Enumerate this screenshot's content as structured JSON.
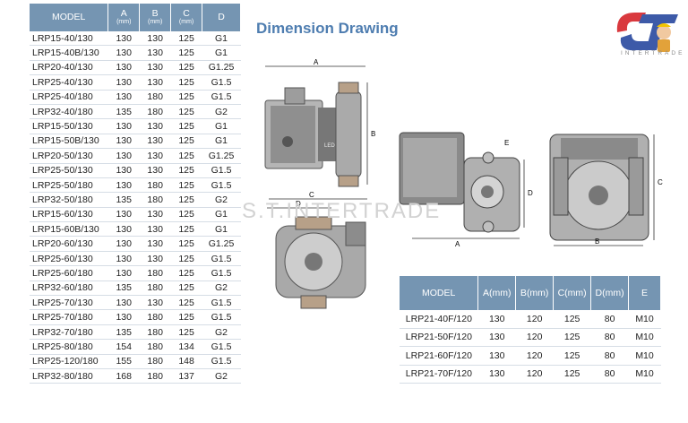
{
  "title": "Dimension Drawing",
  "watermark": "S.T.INTERTRADE",
  "logo": {
    "text": "INTERTRADE",
    "monogram": "S.T"
  },
  "table1": {
    "headers": [
      {
        "label": "MODEL",
        "unit": ""
      },
      {
        "label": "A",
        "unit": "(mm)"
      },
      {
        "label": "B",
        "unit": "(mm)"
      },
      {
        "label": "C",
        "unit": "(mm)"
      },
      {
        "label": "D",
        "unit": ""
      }
    ],
    "rows": [
      [
        "LRP15-40/130",
        "130",
        "130",
        "125",
        "G1"
      ],
      [
        "LRP15-40B/130",
        "130",
        "130",
        "125",
        "G1"
      ],
      [
        "LRP20-40/130",
        "130",
        "130",
        "125",
        "G1.25"
      ],
      [
        "LRP25-40/130",
        "130",
        "130",
        "125",
        "G1.5"
      ],
      [
        "LRP25-40/180",
        "130",
        "180",
        "125",
        "G1.5"
      ],
      [
        "LRP32-40/180",
        "135",
        "180",
        "125",
        "G2"
      ],
      [
        "LRP15-50/130",
        "130",
        "130",
        "125",
        "G1"
      ],
      [
        "LRP15-50B/130",
        "130",
        "130",
        "125",
        "G1"
      ],
      [
        "LRP20-50/130",
        "130",
        "130",
        "125",
        "G1.25"
      ],
      [
        "LRP25-50/130",
        "130",
        "130",
        "125",
        "G1.5"
      ],
      [
        "LRP25-50/180",
        "130",
        "180",
        "125",
        "G1.5"
      ],
      [
        "LRP32-50/180",
        "135",
        "180",
        "125",
        "G2"
      ],
      [
        "LRP15-60/130",
        "130",
        "130",
        "125",
        "G1"
      ],
      [
        "LRP15-60B/130",
        "130",
        "130",
        "125",
        "G1"
      ],
      [
        "LRP20-60/130",
        "130",
        "130",
        "125",
        "G1.25"
      ],
      [
        "LRP25-60/130",
        "130",
        "130",
        "125",
        "G1.5"
      ],
      [
        "LRP25-60/180",
        "130",
        "180",
        "125",
        "G1.5"
      ],
      [
        "LRP32-60/180",
        "135",
        "180",
        "125",
        "G2"
      ],
      [
        "LRP25-70/130",
        "130",
        "130",
        "125",
        "G1.5"
      ],
      [
        "LRP25-70/180",
        "130",
        "180",
        "125",
        "G1.5"
      ],
      [
        "LRP32-70/180",
        "135",
        "180",
        "125",
        "G2"
      ],
      [
        "LRP25-80/180",
        "154",
        "180",
        "134",
        "G1.5"
      ],
      [
        "LRP25-120/180",
        "155",
        "180",
        "148",
        "G1.5"
      ],
      [
        "LRP32-80/180",
        "168",
        "180",
        "137",
        "G2"
      ]
    ]
  },
  "table2": {
    "headers": [
      {
        "label": "MODEL",
        "unit": ""
      },
      {
        "label": "A",
        "unit": "(mm)"
      },
      {
        "label": "B",
        "unit": "(mm)"
      },
      {
        "label": "C",
        "unit": "(mm)"
      },
      {
        "label": "D",
        "unit": "(mm)"
      },
      {
        "label": "E",
        "unit": ""
      }
    ],
    "rows": [
      [
        "LRP21-40F/120",
        "130",
        "120",
        "125",
        "80",
        "M10"
      ],
      [
        "LRP21-50F/120",
        "130",
        "120",
        "125",
        "80",
        "M10"
      ],
      [
        "LRP21-60F/120",
        "130",
        "120",
        "125",
        "80",
        "M10"
      ],
      [
        "LRP21-70F/120",
        "130",
        "120",
        "125",
        "80",
        "M10"
      ]
    ]
  },
  "drawing_labels": {
    "a_top": "A",
    "b_top": "B",
    "c_bottom": "C",
    "d_bottom": "D",
    "e_side": "E",
    "d_side": "D",
    "a_side": "A",
    "c_front": "C",
    "b_front": "B",
    "led": "LED"
  },
  "colors": {
    "header": "#7595b2",
    "title": "#4e7db0",
    "pump_metal": "#9a9a9a",
    "pump_dark": "#555555"
  }
}
